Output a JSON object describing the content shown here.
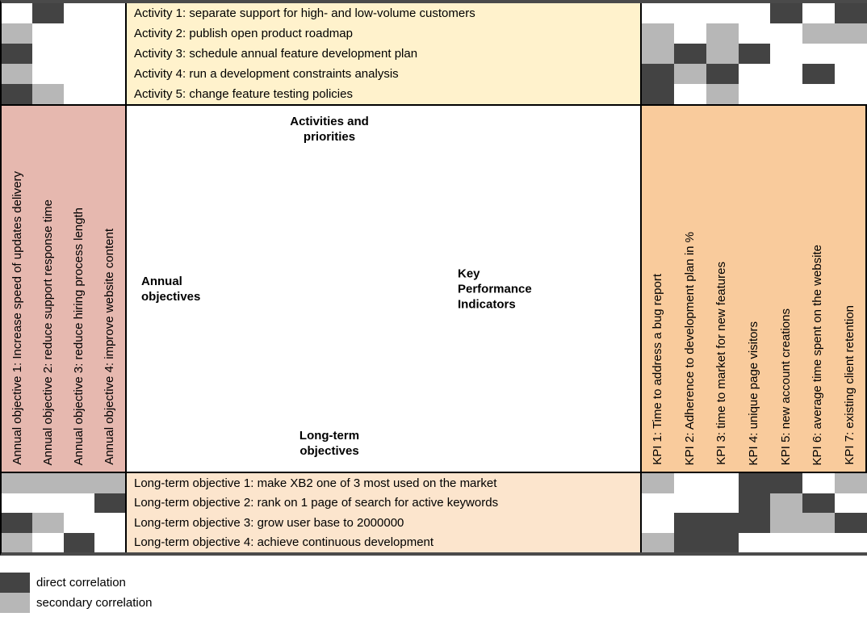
{
  "colors": {
    "direct": "#434343",
    "secondary": "#b7b7b7",
    "activities_bg": "#fff2cc",
    "annual_bg": "#e6b8af",
    "kpi_bg": "#f9cb9c",
    "longterm_bg": "#fce5cd"
  },
  "center_labels": {
    "activities": "Activities and\npriorities",
    "annual": "Annual\nobjectives",
    "kpi": "Key\nPerformance\nIndicators",
    "long_term": "Long-term\nobjectives"
  },
  "activities": {
    "items": [
      "Activity 1: separate support for high- and low-volume customers",
      "Activity 2: publish open product roadmap",
      "Activity 3: schedule annual feature development plan",
      "Activity 4: run a development constraints analysis",
      "Activity 5: change feature testing policies"
    ]
  },
  "long_term_objectives": {
    "items": [
      "Long-term objective 1: make XB2 one of 3 most used on the market",
      "Long-term objective 2: rank on 1 page of search for active keywords",
      "Long-term objective 3: grow user base to 2000000",
      "Long-term objective 4: achieve continuous development"
    ]
  },
  "annual_objectives": {
    "items": [
      "Annual objective 1: Increase speed of updates delivery",
      "Annual objective 2: reduce support response time",
      "Annual objective 3: reduce hiring process length",
      "Annual objective 4: improve website content"
    ]
  },
  "kpis": {
    "items": [
      "KPI 1: Time to address a bug report",
      "KPI 2: Adherence to development plan in %",
      "KPI 3: time to market for new features",
      "KPI 4: unique page visitors",
      "KPI 5: new account creations",
      "KPI 6: average time spent on the website",
      "KPI 7: existing client retention"
    ]
  },
  "matrices": {
    "annual_x_activities": [
      [
        "",
        "D",
        "",
        ""
      ],
      [
        "S",
        "",
        "",
        ""
      ],
      [
        "D",
        "",
        "",
        ""
      ],
      [
        "S",
        "",
        "",
        ""
      ],
      [
        "D",
        "S",
        "",
        ""
      ]
    ],
    "kpi_x_activities": [
      [
        "",
        "",
        "",
        "",
        "D",
        "",
        "D"
      ],
      [
        "S",
        "",
        "S",
        "",
        "",
        "S",
        "S"
      ],
      [
        "S",
        "D",
        "S",
        "D",
        "",
        "",
        ""
      ],
      [
        "D",
        "S",
        "D",
        "",
        "",
        "D",
        ""
      ],
      [
        "D",
        "",
        "S",
        "",
        "",
        "",
        ""
      ]
    ],
    "annual_x_longterm": [
      [
        "S",
        "S",
        "S",
        "S"
      ],
      [
        "",
        "",
        "",
        "D"
      ],
      [
        "D",
        "S",
        "",
        ""
      ],
      [
        "S",
        "",
        "D",
        ""
      ]
    ],
    "kpi_x_longterm": [
      [
        "S",
        "",
        "",
        "D",
        "D",
        "",
        "S"
      ],
      [
        "",
        "",
        "",
        "D",
        "S",
        "D",
        ""
      ],
      [
        "",
        "D",
        "D",
        "D",
        "S",
        "S",
        "D"
      ],
      [
        "S",
        "D",
        "D",
        "",
        "",
        "",
        ""
      ]
    ]
  },
  "legend": {
    "direct_label": "direct correlation",
    "secondary_label": "secondary correlation"
  }
}
